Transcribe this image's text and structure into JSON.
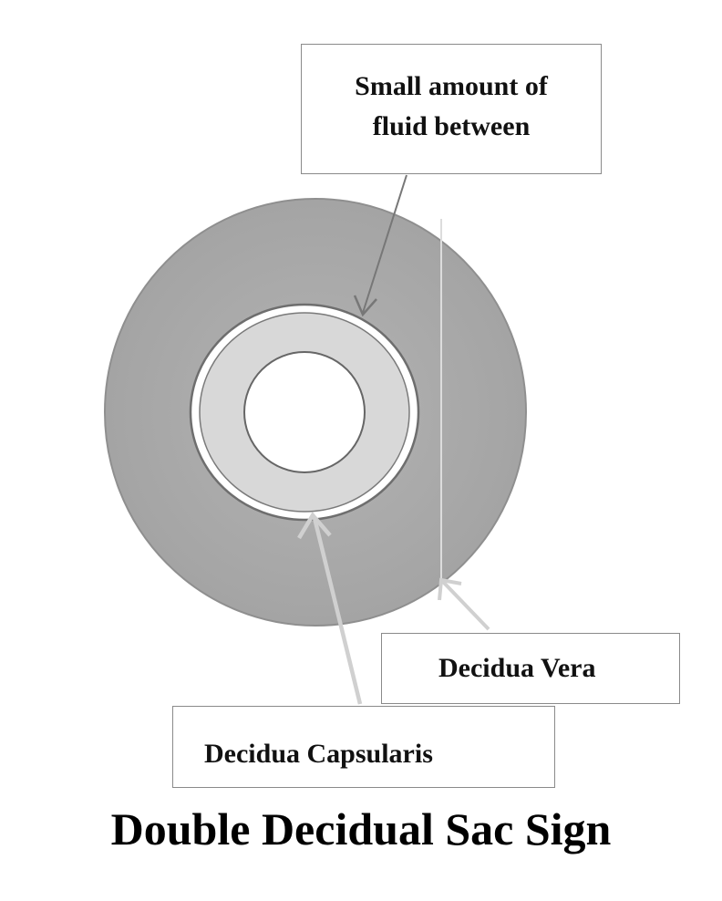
{
  "labels": {
    "fluid_line1": "Small amount of",
    "fluid_line2": "fluid between",
    "decidua_vera": "Decidua Vera",
    "decidua_capsularis": "Decidua Capsularis"
  },
  "title": "Double Decidual Sac Sign",
  "colors": {
    "outer_ring": "#a9a9a9",
    "inner_ring": "#d8d8d8",
    "fluid_gap": "#ffffff",
    "ring_edge": "#6e6e6e",
    "arrow_dark": "#777777",
    "arrow_light": "#d2d2d2",
    "box_border": "#8a8a8a"
  }
}
